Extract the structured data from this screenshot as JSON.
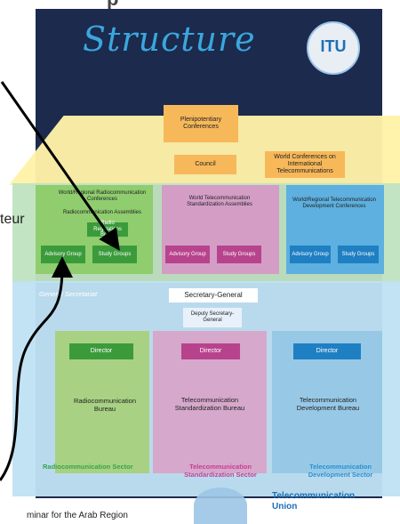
{
  "title": "Structure",
  "logo": {
    "text": "ITU"
  },
  "side_fragment": "teur",
  "layers": {
    "plenipotentiary": "Plenipotentiary Conferences",
    "council": "Council",
    "wcit": "World Conferences on International Telecommunications"
  },
  "sectors_top": {
    "radio": {
      "assembly": "World/Regional Radiocommunication Conferences",
      "assembly2": "Radiocommunication Assemblies",
      "board": "Radio Regulations Board",
      "advisory": "Advisory Group",
      "study": "Study Groups"
    },
    "telecom": {
      "assembly": "World Telecommunication Standardization Assemblies",
      "advisory": "Advisory Group",
      "study": "Study Groups"
    },
    "dev": {
      "assembly": "World/Regional Telecommunication Development Conferences",
      "advisory": "Advisory Group",
      "study": "Study Groups"
    }
  },
  "general_secretariat": "General Secretariat",
  "secretary_general": "Secretary-General",
  "deputy": "Deputy Secretary-General",
  "bureaus": {
    "radio": {
      "director": "Director",
      "name": "Radiocommunication Bureau",
      "sector": "Radiocommunication Sector"
    },
    "telecom": {
      "director": "Director",
      "name": "Telecommunication Standardization Bureau",
      "sector": "Telecommunication Standardization Sector"
    },
    "dev": {
      "director": "Director",
      "name": "Telecommunication Development Bureau",
      "sector": "Telecommunication Development Sector"
    }
  },
  "footer": {
    "seminar": "minar for the Arab Region",
    "telecom": "Telecommunication",
    "union": "Union"
  },
  "colors": {
    "radio": "#2f8f3a",
    "telecom": "#c83c95",
    "dev": "#2a8fd1"
  }
}
